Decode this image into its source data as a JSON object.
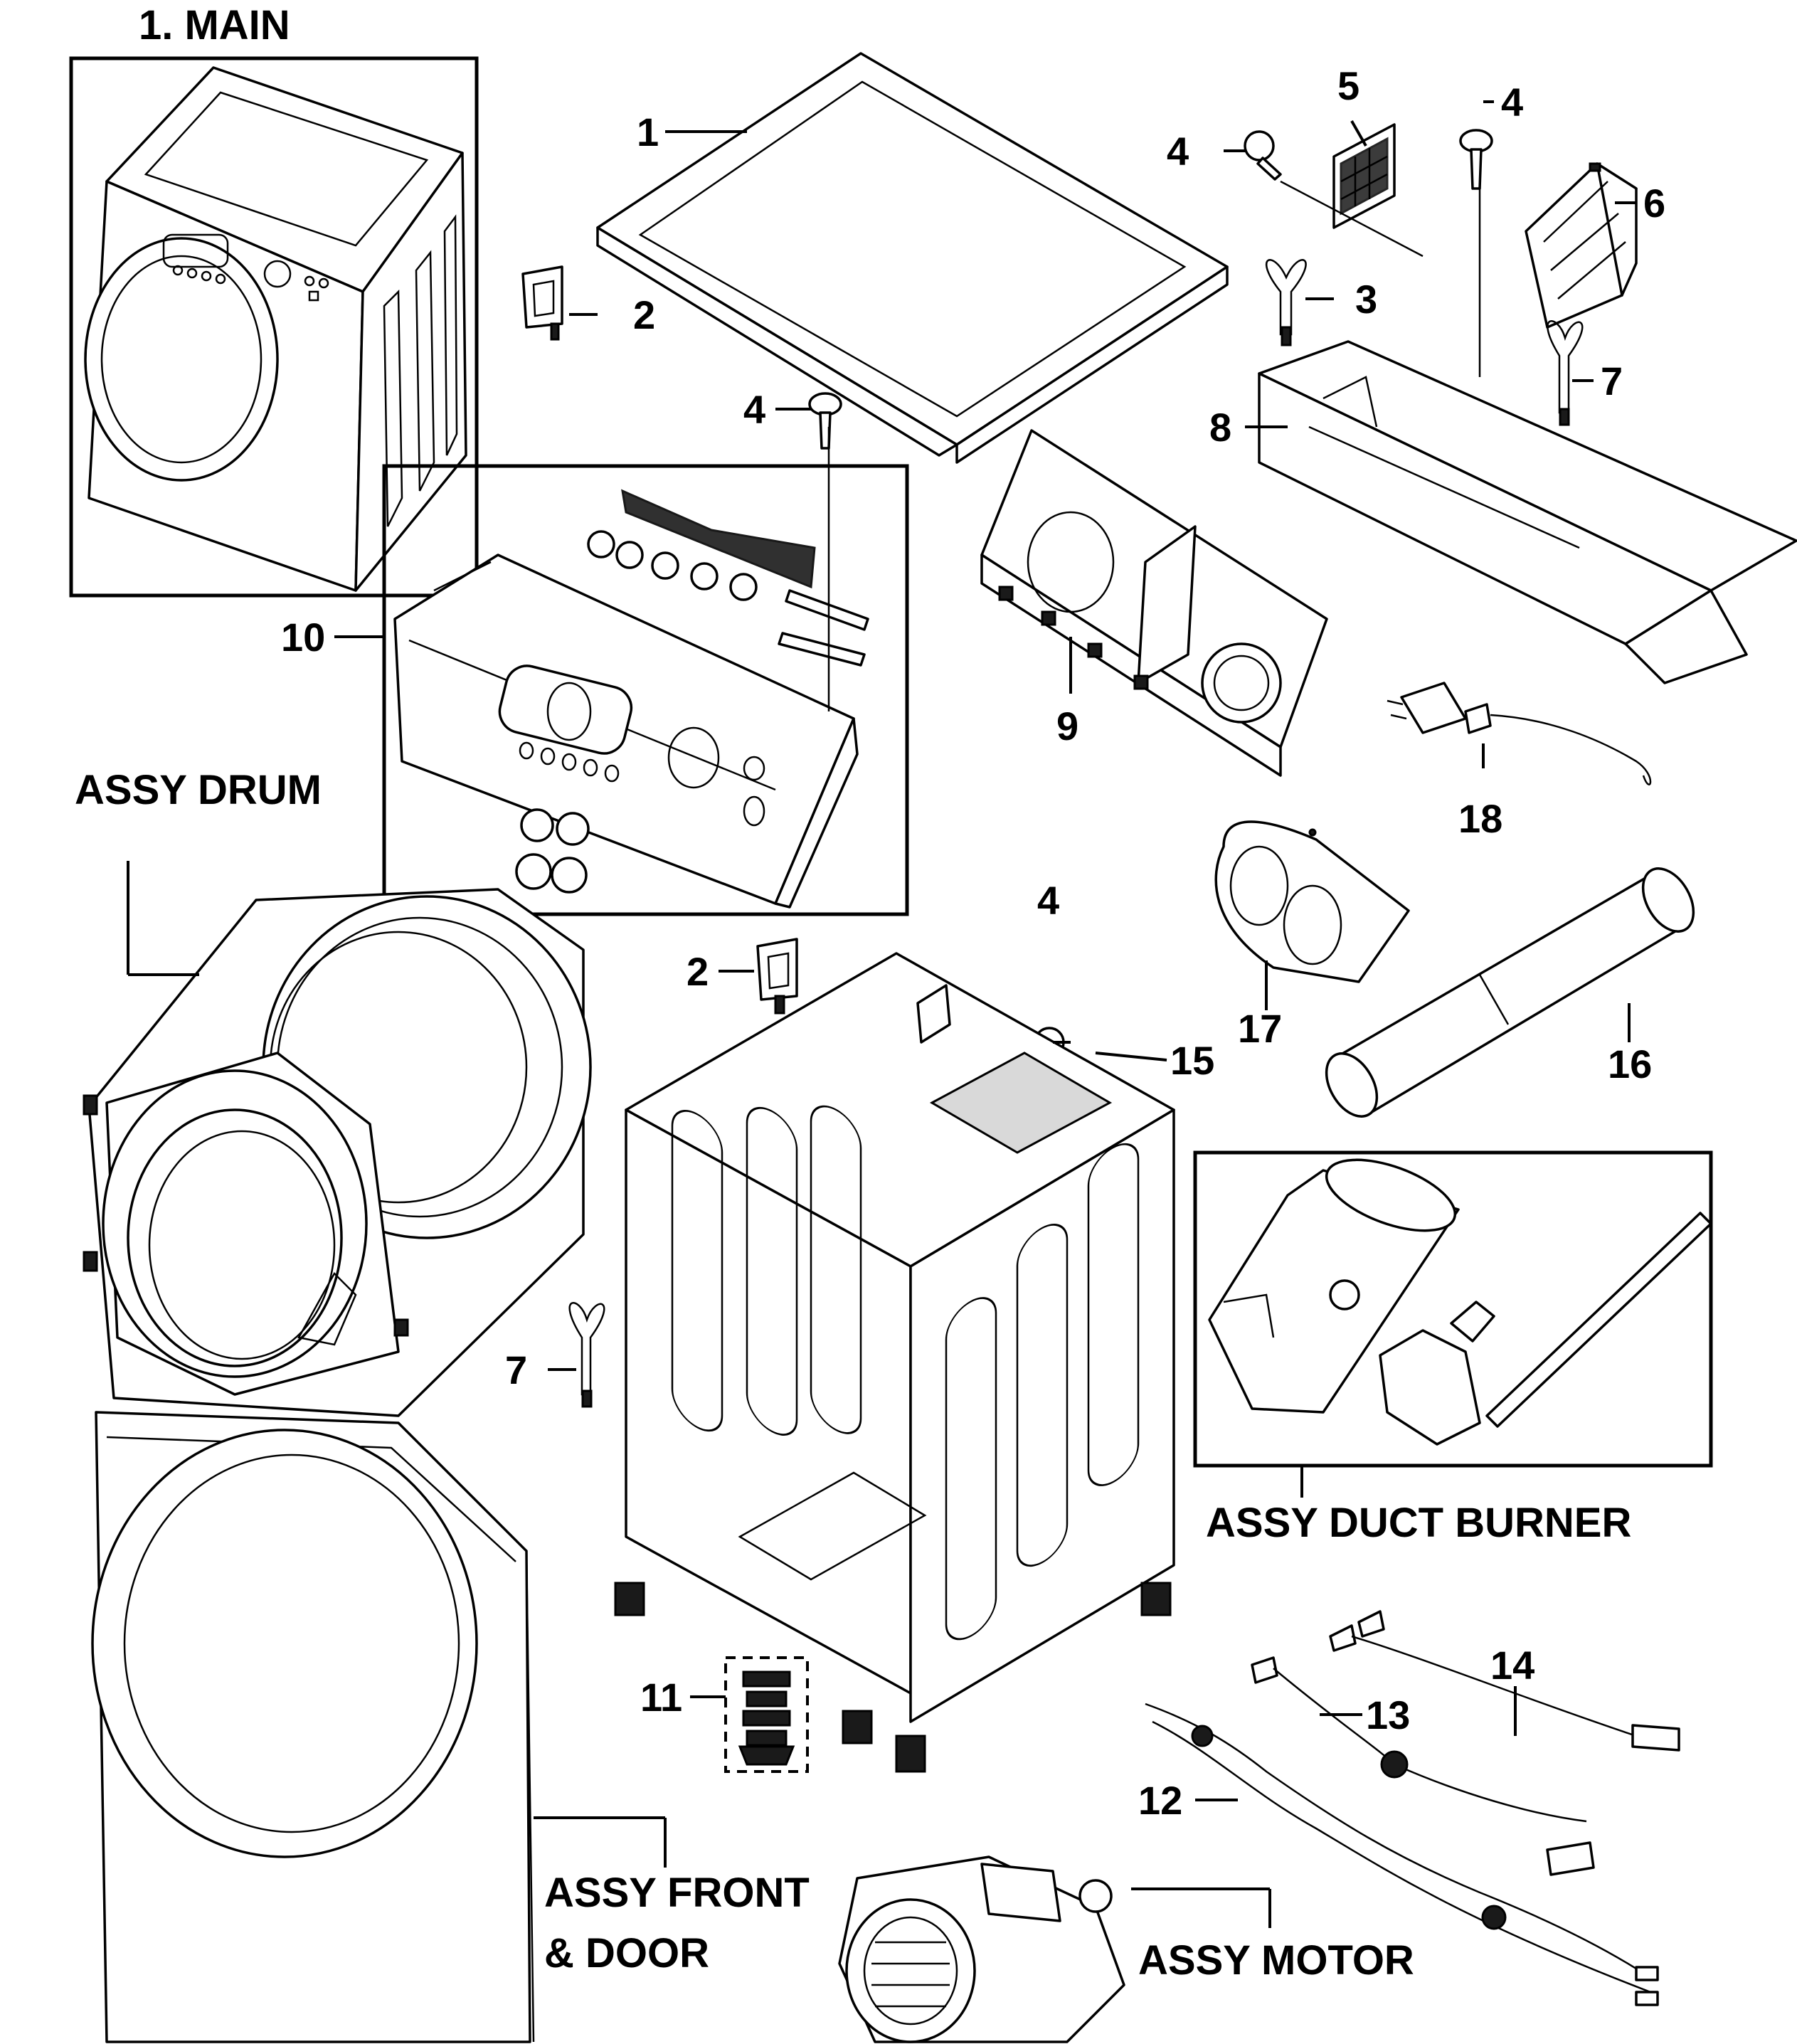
{
  "title": "1. MAIN",
  "assemblies": {
    "drum": "ASSY DRUM",
    "duct_burner": "ASSY DUCT BURNER",
    "front_door_line1": "ASSY FRONT",
    "front_door_line2": "& DOOR",
    "motor": "ASSY MOTOR"
  },
  "callouts": {
    "c1": "1",
    "c2a": "2",
    "c2b": "2",
    "c3": "3",
    "c4a": "4",
    "c4b": "4",
    "c4c": "4",
    "c4d": "4",
    "c5": "5",
    "c6": "6",
    "c7a": "7",
    "c7b": "7",
    "c8": "8",
    "c9": "9",
    "c10": "10",
    "c11": "11",
    "c12": "12",
    "c13": "13",
    "c14": "14",
    "c15": "15",
    "c16": "16",
    "c17": "17",
    "c18": "18"
  }
}
